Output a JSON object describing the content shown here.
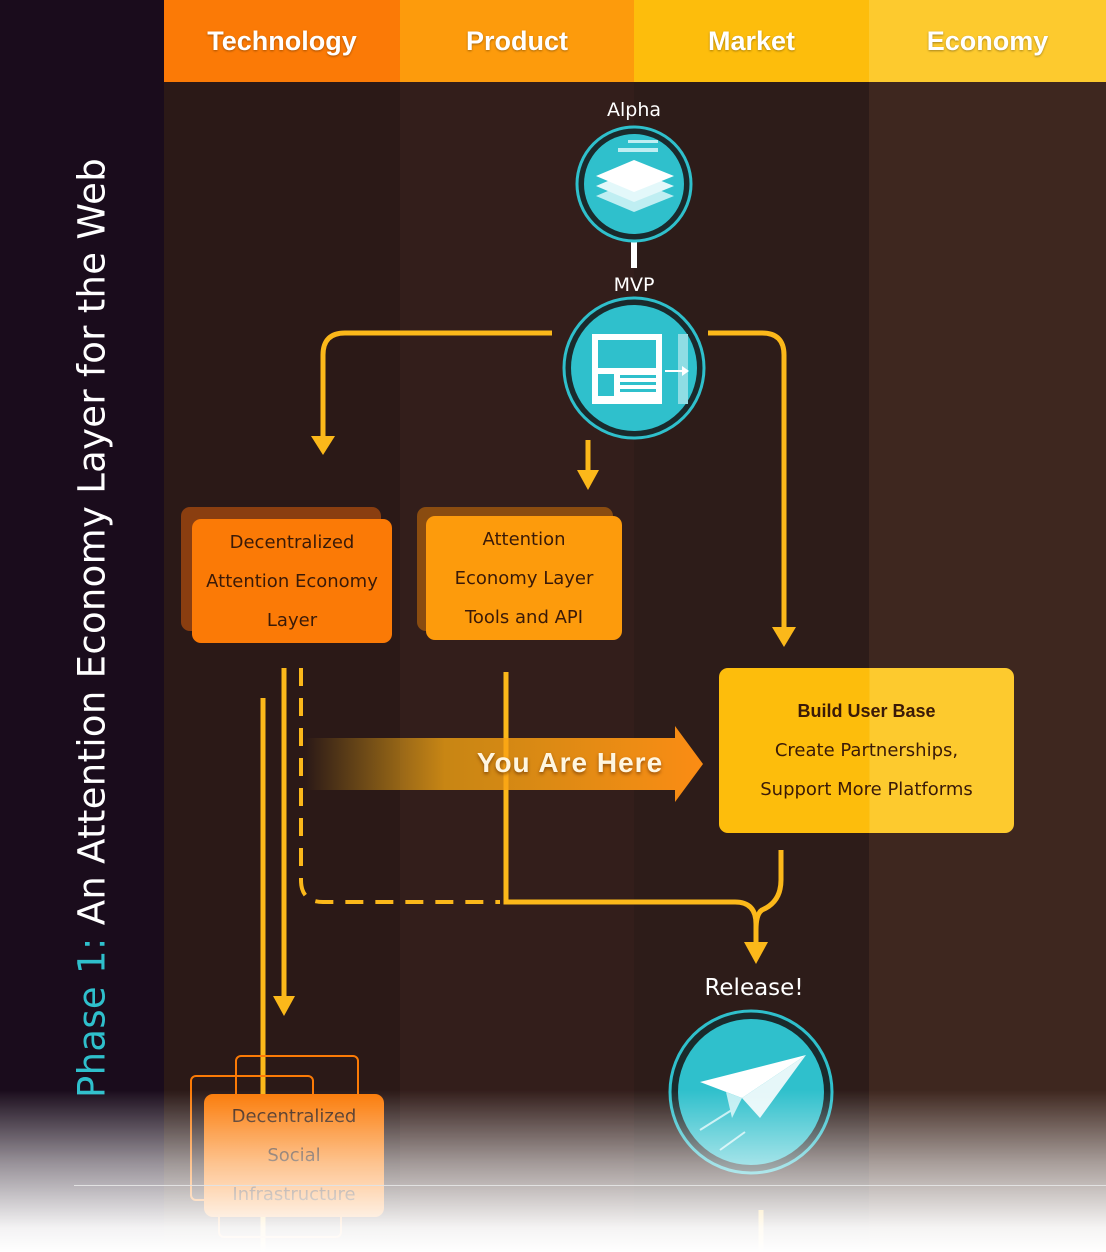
{
  "side_title": {
    "prefix": "Phase 1:",
    "text": "An Attention Economy Layer for the Web"
  },
  "columns": [
    {
      "label": "Technology",
      "color": "#fb7a06"
    },
    {
      "label": "Product",
      "color": "#fd9b0c"
    },
    {
      "label": "Market",
      "color": "#fdbd0c"
    },
    {
      "label": "Economy",
      "color": "#fdca2e"
    }
  ],
  "milestones": {
    "alpha": "Alpha",
    "mvp": "MVP",
    "release": "Release!"
  },
  "boxes": {
    "tech": [
      "Decentralized",
      "Attention Economy",
      "Layer"
    ],
    "product": [
      "Attention",
      "Economy Layer",
      "Tools and API"
    ],
    "market": {
      "title": "Build User Base",
      "lines": [
        "Create Partnerships,",
        "Support More Platforms"
      ]
    },
    "social": [
      "Decentralized",
      "Social",
      "Infrastructure"
    ]
  },
  "you_are_here": "You Are Here",
  "colors": {
    "teal": "#2fc0cc",
    "arrow": "#fbb81a",
    "sidebar": "#1a0c1c"
  }
}
